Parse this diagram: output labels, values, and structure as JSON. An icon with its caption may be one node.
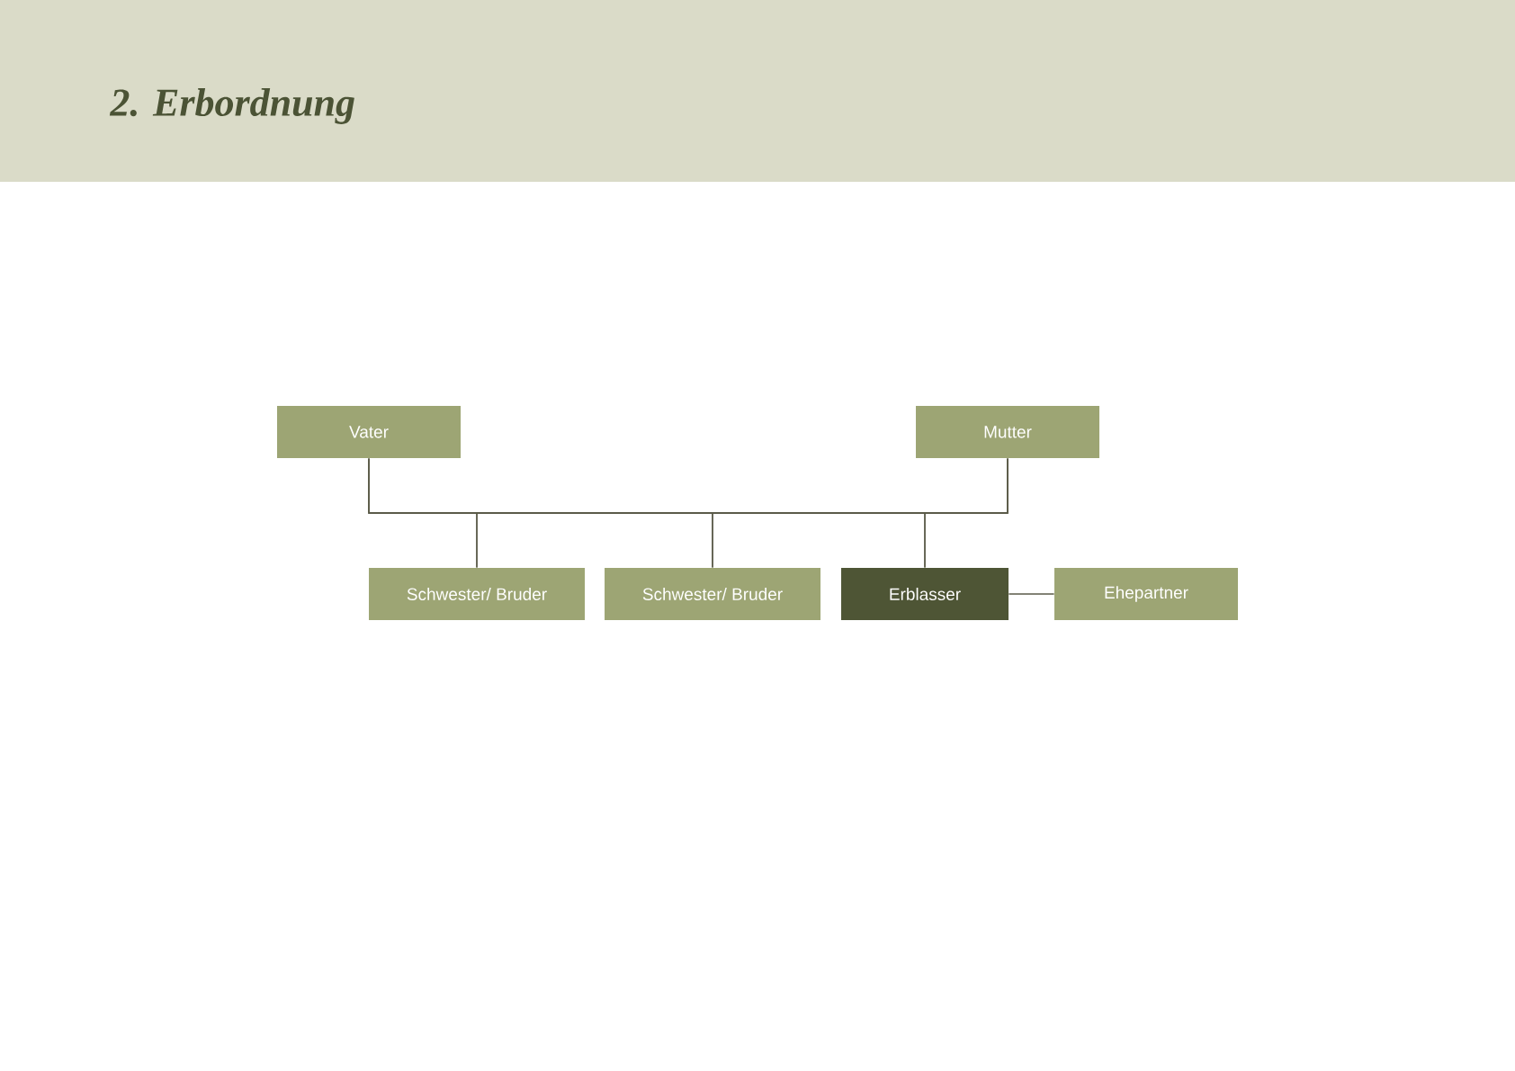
{
  "diagram": {
    "title": "2. Erbordnung",
    "nodes": [
      {
        "text": [
          "Vater"
        ]
      },
      {
        "text": [
          "Mutter"
        ]
      },
      {
        "text": [
          "Schwester/ Bruder"
        ]
      },
      {
        "text": [
          "Schwester/ Bruder"
        ]
      },
      {
        "text": [
          "Erblasser"
        ]
      },
      {
        "text": [
          "Ehepartner"
        ]
      }
    ],
    "edges": [
      {
        "from": 0,
        "to": 2,
        "arrow": "none"
      },
      {
        "from": 0,
        "to": 3,
        "arrow": "none"
      },
      {
        "from": 0,
        "to": 4,
        "arrow": "none"
      },
      {
        "from": 1,
        "to": 2,
        "arrow": "none"
      },
      {
        "from": 1,
        "to": 3,
        "arrow": "none"
      },
      {
        "from": 1,
        "to": 4,
        "arrow": "none"
      },
      {
        "from": 4,
        "to": 5,
        "arrow": "none"
      }
    ]
  }
}
